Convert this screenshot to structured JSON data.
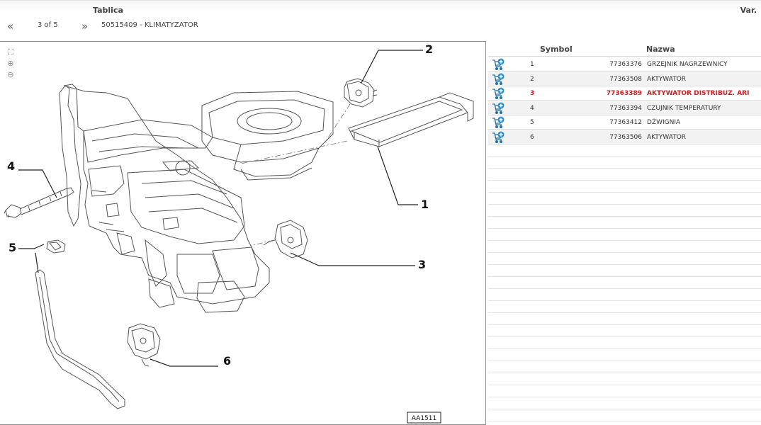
{
  "header": {
    "title": "Tablica",
    "var_label": "Var.",
    "nav_prev": "«",
    "page_counter": "3 of 5",
    "nav_next": "»",
    "document": "50515409 - KLIMATYZATOR"
  },
  "toolbar": {
    "fit_icon": "fit-to-window-icon",
    "zoom_in_icon": "zoom-in-icon",
    "zoom_out_icon": "zoom-out-icon"
  },
  "drawing": {
    "callouts": [
      "1",
      "2",
      "3",
      "4",
      "5",
      "6"
    ],
    "ref_code": "AA1511"
  },
  "parts_table": {
    "col_symbol": "Symbol",
    "col_name": "Nazwa",
    "add_icon": "add-to-cart-icon",
    "accent_color": "#cc1e1e",
    "rows": [
      {
        "symbol": "1",
        "number": "77363376",
        "name": "GRZEJNIK NAGRZEWNICY",
        "active": false
      },
      {
        "symbol": "2",
        "number": "77363508",
        "name": "AKTYWATOR",
        "active": false
      },
      {
        "symbol": "3",
        "number": "77363389",
        "name": "AKTYWATOR DISTRIBUZ. ARI",
        "active": true
      },
      {
        "symbol": "4",
        "number": "77363394",
        "name": "CZUJNIK TEMPERATURY",
        "active": false
      },
      {
        "symbol": "5",
        "number": "77363412",
        "name": "DŹWIGNIA",
        "active": false
      },
      {
        "symbol": "6",
        "number": "77363506",
        "name": "AKTYWATOR",
        "active": false
      }
    ]
  }
}
